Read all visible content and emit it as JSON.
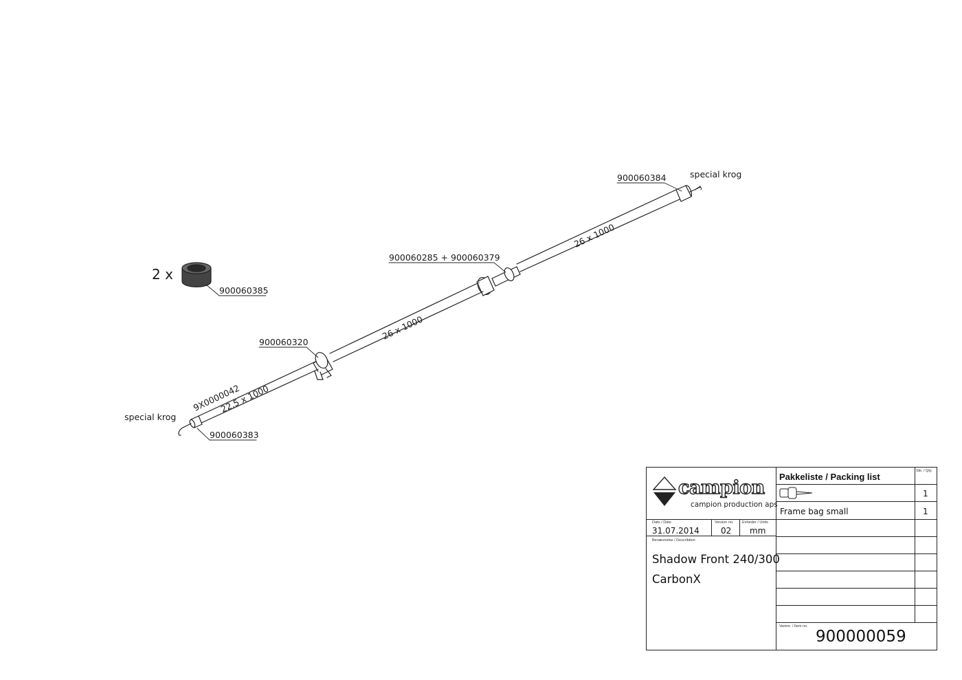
{
  "drawing": {
    "cap": {
      "quantity": "2 x",
      "part_no": "900060385"
    },
    "labels": {
      "hook_top": "special krog",
      "hook_bottom": "special krog",
      "end_cap_top": "900060384",
      "joint": "900060285 + 900060379",
      "clamp": "900060320",
      "end_cap_bottom": "900060383",
      "small_tube_part": "9X0000042"
    },
    "tubes": [
      {
        "dimension": "26 x 1000"
      },
      {
        "dimension": "26 x 1000"
      },
      {
        "dimension": "22,5 x 1000"
      }
    ]
  },
  "title_block": {
    "company_logo": "campion",
    "company_name": "campion production aps",
    "date_label": "Dato / Date",
    "date": "31.07.2014",
    "version_label": "Version no.",
    "version": "02",
    "units_label": "Enheder / Units",
    "units": "mm",
    "description_label": "Benævnelse / Describtion",
    "description_line1": "Shadow Front 240/300",
    "description_line2": "CarbonX",
    "packing_title": "Pakkeliste / Packing list",
    "qty_header": "Stk. / Qty.",
    "packing_items": [
      {
        "name": "",
        "icon": "tent-peg-icon",
        "qty": "1"
      },
      {
        "name": "Frame bag small",
        "qty": "1"
      }
    ],
    "item_no_label": "Varenr. / Item no.",
    "item_no": "900000059"
  }
}
